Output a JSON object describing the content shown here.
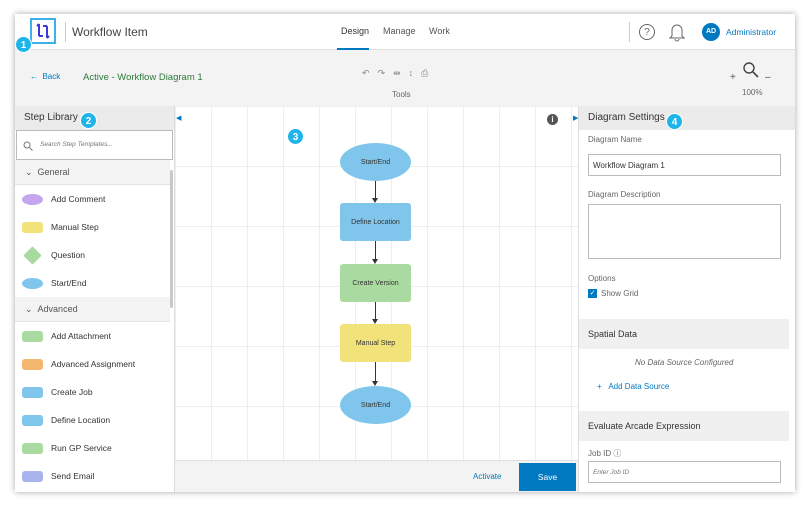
{
  "header": {
    "title": "Workflow Item",
    "tabs": [
      {
        "label": "Design",
        "active": true
      },
      {
        "label": "Manage"
      },
      {
        "label": "Work"
      }
    ],
    "avatar_initials": "AD",
    "user": "Administrator",
    "icons": [
      "workflow-logo-icon",
      "help-icon",
      "bell-icon"
    ]
  },
  "toolbar": {
    "back": "Back",
    "diagram_status": "Active - Workflow Diagram 1",
    "tools_label": "Tools",
    "zoom_level": "100%",
    "zoom_in": "+",
    "zoom_out": "–"
  },
  "badges": [
    "1",
    "2",
    "3",
    "4"
  ],
  "step_library": {
    "title": "Step Library",
    "search_placeholder": "Search Step Templates...",
    "groups": [
      {
        "label": "General",
        "items": [
          {
            "label": "Add Comment",
            "color": "#c3a6ee",
            "shape": "ellipse"
          },
          {
            "label": "Manual Step",
            "color": "#f2e27a",
            "shape": "rect"
          },
          {
            "label": "Question",
            "color": "#a9dba0",
            "shape": "diamond"
          },
          {
            "label": "Start/End",
            "color": "#80c6ec",
            "shape": "ellipse"
          }
        ]
      },
      {
        "label": "Advanced",
        "items": [
          {
            "label": "Add Attachment",
            "color": "#a9dba0"
          },
          {
            "label": "Advanced Assignment",
            "color": "#f2b66e"
          },
          {
            "label": "Create Job",
            "color": "#80c6ec"
          },
          {
            "label": "Define Location",
            "color": "#80c6ec"
          },
          {
            "label": "Run GP Service",
            "color": "#a9dba0"
          },
          {
            "label": "Send Email",
            "color": "#a9b4ee"
          }
        ]
      }
    ]
  },
  "canvas": {
    "nodes": [
      {
        "label": "Start/End",
        "shape": "ellipse",
        "color": "#80c6ec"
      },
      {
        "label": "Define Location",
        "shape": "rect",
        "color": "#80c6ec"
      },
      {
        "label": "Create Version",
        "shape": "rect",
        "color": "#a9dba0"
      },
      {
        "label": "Manual Step",
        "shape": "rect",
        "color": "#f2e27a"
      },
      {
        "label": "Start/End",
        "shape": "ellipse",
        "color": "#80c6ec"
      }
    ],
    "activate": "Activate",
    "save": "Save"
  },
  "settings": {
    "title": "Diagram Settings",
    "name_label": "Diagram Name",
    "name_value": "Workflow Diagram 1",
    "desc_label": "Diagram Description",
    "desc_value": "",
    "options_label": "Options",
    "show_grid": "Show Grid",
    "show_grid_checked": true,
    "spatial_title": "Spatial Data",
    "no_source": "No Data Source Configured",
    "add_source": "Add Data Source",
    "arcade_title": "Evaluate Arcade Expression",
    "job_id_label": "Job ID",
    "job_id_placeholder": "Enter Job ID"
  },
  "colors": {
    "accent": "#0079c1",
    "badge": "#1fb4ea",
    "status_text": "#2d7a3a"
  }
}
